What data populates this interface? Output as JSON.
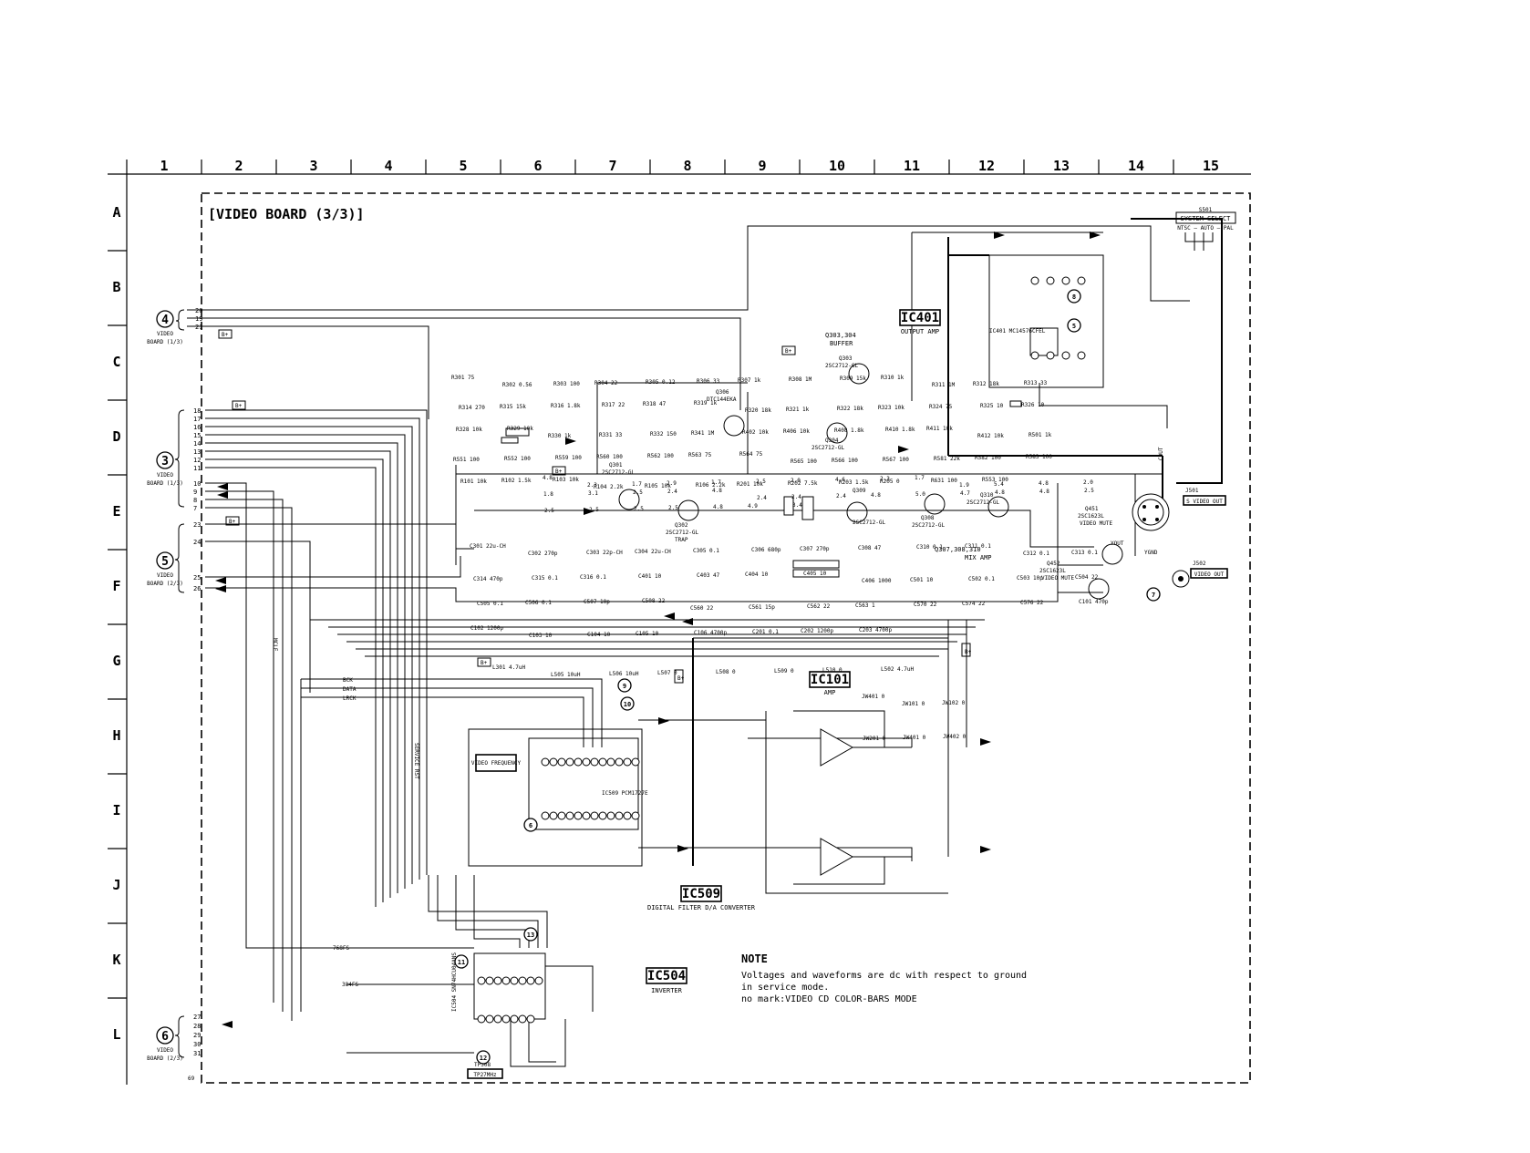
{
  "board_title": "[VIDEO BOARD (3/3)]",
  "column_numbers": [
    "1",
    "2",
    "3",
    "4",
    "5",
    "6",
    "7",
    "8",
    "9",
    "10",
    "11",
    "12",
    "13",
    "14",
    "15"
  ],
  "row_letters": [
    "A",
    "B",
    "C",
    "D",
    "E",
    "F",
    "G",
    "H",
    "I",
    "J",
    "K",
    "L"
  ],
  "connectors": [
    {
      "num": "4",
      "name": "VIDEO",
      "ref": "BOARD (1/3)"
    },
    {
      "num": "3",
      "name": "VIDEO",
      "ref": "BOARD (1/3)"
    },
    {
      "num": "5",
      "name": "VIDEO",
      "ref": "BOARD (2/3)"
    },
    {
      "num": "6",
      "name": "VIDEO",
      "ref": "BOARD (2/3)"
    }
  ],
  "ic_blocks": [
    {
      "ref": "IC401",
      "desc": "OUTPUT AMP"
    },
    {
      "ref": "IC101",
      "desc": "AMP"
    },
    {
      "ref": "IC509",
      "desc": "DIGITAL FILTER D/A CONVERTER"
    },
    {
      "ref": "IC504",
      "desc": "INVERTER"
    }
  ],
  "ic_parts": {
    "ic401": "IC401 MC14576CFEL",
    "ic509": "IC509 PCM1727E",
    "ic504": "IC504 SN74HCU04ANS"
  },
  "video_frequency_label": "VIDEO FREQUENCY",
  "system_select": {
    "ref": "S501",
    "title": "SYSTEM SELECT",
    "options": "NTSC — AUTO — PAL"
  },
  "jacks": [
    {
      "ref": "J501",
      "label": "S VIDEO OUT"
    },
    {
      "ref": "J502",
      "label": "VIDEO OUT"
    }
  ],
  "transistors": [
    {
      "ref": "Q303,304",
      "desc": "BUFFER"
    },
    {
      "ref": "Q307,308,310",
      "desc": "MIX AMP"
    },
    {
      "ref": "Q451",
      "part": "2SC1623L",
      "desc": "VIDEO MUTE"
    },
    {
      "ref": "Q452",
      "part": "2SC1623L",
      "desc": "VIDEO MUTE"
    },
    {
      "ref": "Q306",
      "part": "DTC144EKA"
    },
    {
      "ref": "Q301",
      "part": "2SC2712-GL"
    },
    {
      "ref": "Q302",
      "part": "2SC2712-GL",
      "desc": "TRAP"
    },
    {
      "ref": "Q303",
      "part": "2SC2712-GL"
    },
    {
      "ref": "Q304",
      "part": "2SC2712-GL"
    },
    {
      "ref": "Q309",
      "part": "2SC2712-GL"
    },
    {
      "ref": "Q308",
      "part": "2SC2712-GL"
    },
    {
      "ref": "Q310",
      "part": "2SC2712-GL"
    }
  ],
  "signal_labels": {
    "bck": "BCK",
    "data": "DATA",
    "lrck": "LRCK",
    "ck768": "768FS",
    "ck384": "384FS",
    "mcle": "MCLE",
    "service_rst": "SERVICE RST",
    "yout": "YOUT",
    "cout": "COUT",
    "ygnd": "YGND",
    "tp508": "TP508",
    "tp_freq": "TP27MHz"
  },
  "waveform_refs": [
    "8",
    "5",
    "9",
    "10",
    "7",
    "6",
    "11",
    "12",
    "13"
  ],
  "resistor_labels": [
    "R301 75",
    "R302 0.56",
    "R303 100",
    "R304 22",
    "R305 0.12",
    "R306 33",
    "R307 1k",
    "R308 1M",
    "R309 15k",
    "R310 1k",
    "R311 1M",
    "R312 18k",
    "R313 33",
    "R314 270",
    "R315 15k",
    "R316 1.8k",
    "R317 22",
    "R318 47",
    "R319 1k",
    "R320 18k",
    "R321 1k",
    "R322 18k",
    "R323 10k",
    "R324 75",
    "R325 10",
    "R326 10",
    "R328 10k",
    "R329 10k",
    "R330 1k",
    "R331 33",
    "R332 150",
    "R341 1M",
    "R402 10k",
    "R406 10k",
    "R408 1.8k",
    "R410 1.8k",
    "R411 10k",
    "R412 10k",
    "R501 1k",
    "R551 100",
    "R552 100",
    "R559 100",
    "R560 100",
    "R562 100",
    "R563 75",
    "R564 75",
    "R565 100",
    "R566 100",
    "R567 100",
    "R581 22k",
    "R582 100",
    "R583 100",
    "R101 10k",
    "R102 1.5k",
    "R103 10k",
    "R104 2.2k",
    "R105 10k",
    "R106 2.2k",
    "R201 10k",
    "R202 7.5k",
    "R203 1.5k",
    "R205 0",
    "R631 100",
    "R553 100"
  ],
  "capacitor_labels": [
    "C301 22u-CH",
    "C302 270p",
    "C303 22p-CH",
    "C304 22u-CH",
    "C305 0.1",
    "C306 680p",
    "C307 270p",
    "C308 47",
    "C310 0.1",
    "C311 0.1",
    "C312 0.1",
    "C313 0.1",
    "C314 470p",
    "C315 0.1",
    "C316 0.1",
    "C401 10",
    "C403 47",
    "C404 10",
    "C405 10",
    "C406 1000",
    "C501 10",
    "C502 0.1",
    "C503 10p",
    "C504 22",
    "C505 0.1",
    "C506 0.1",
    "C507 10p",
    "C508 22",
    "C560 22",
    "C561 15p",
    "C562 22",
    "C563 1",
    "C570 22",
    "C574 22",
    "C576 22",
    "C101 470p",
    "C102 1200p",
    "C103 10",
    "C104 10",
    "C105 10",
    "C106 4700p",
    "C201 0.1",
    "C202 1200p",
    "C203 4700p"
  ],
  "inductor_labels": [
    "L301 4.7uH",
    "L505 10uH",
    "L506 10uH",
    "L507 0",
    "L508 0",
    "L509 0",
    "L510 0",
    "L502 4.7uH"
  ],
  "jumper_labels": [
    "JW401 0",
    "JW101 0",
    "JW102 0",
    "JW201 0",
    "JW401 0",
    "JW402 0"
  ],
  "voltage_labels": [
    "4.8",
    "2.3",
    "1.7",
    "2.9",
    "1.7",
    "2.5",
    "2.0",
    "4.6",
    "2.3",
    "1.7",
    "1.9",
    "5.4",
    "4.8",
    "2.0",
    "1.8",
    "3.1",
    "2.5",
    "2.4",
    "4.8",
    "2.4",
    "2.4",
    "2.4",
    "4.8",
    "5.0",
    "4.7",
    "4.8",
    "4.8",
    "2.5",
    "2.5",
    "2.5",
    "2.5",
    "2.5",
    "4.8",
    "4.9",
    "3.4"
  ],
  "voltage_marker": "B+",
  "note": {
    "title": "NOTE",
    "lines": [
      "Voltages and waveforms are dc with respect to ground",
      "in service mode.",
      "no mark:VIDEO CD COLOR-BARS MODE"
    ]
  },
  "page_number": "69"
}
